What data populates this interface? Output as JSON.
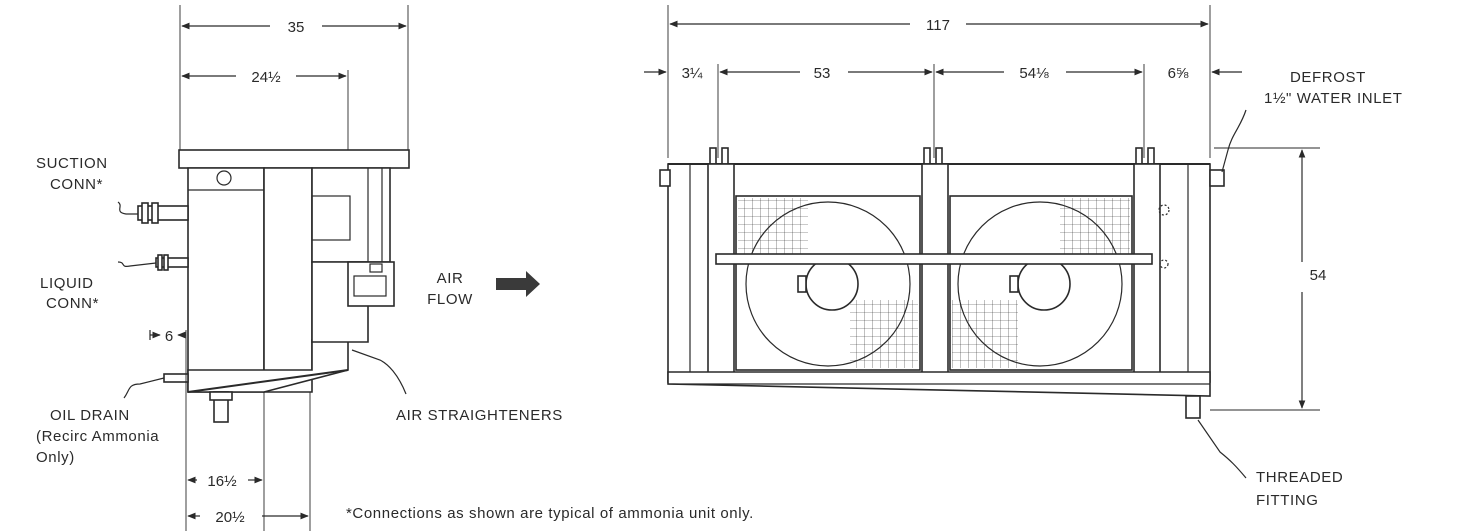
{
  "dimensions": {
    "side_width": "35",
    "side_inner": "24½",
    "side_small": "6",
    "side_base1": "16½",
    "side_base2": "20½",
    "front_total": "117",
    "front_left": "3¼",
    "front_sec1": "53",
    "front_sec2": "54⅛",
    "front_right": "6⅝",
    "front_height": "54"
  },
  "labels": {
    "suction_1": "SUCTION",
    "suction_2": "CONN*",
    "liquid_1": "LIQUID",
    "liquid_2": "CONN*",
    "oil_1": "OIL DRAIN",
    "oil_2": "(Recirc Ammonia",
    "oil_3": "Only)",
    "air_flow_1": "AIR",
    "air_flow_2": "FLOW",
    "air_straighteners": "AIR STRAIGHTENERS",
    "defrost_1": "DEFROST",
    "defrost_2": "1½\" WATER INLET",
    "threaded_1": "THREADED",
    "threaded_2": "FITTING"
  },
  "footnote": "*Connections as shown are typical of ammonia unit only."
}
